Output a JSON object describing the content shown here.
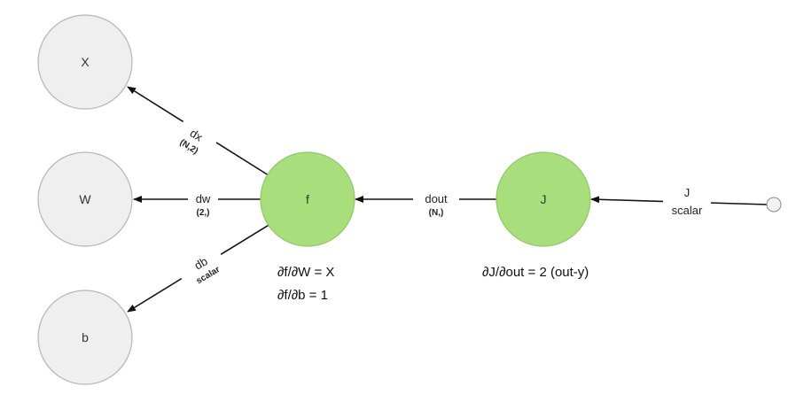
{
  "colors": {
    "input_node_fill": "#efefef",
    "input_node_stroke": "#b5b5b5",
    "op_node_fill": "#a8df7c",
    "op_node_stroke": "#8fc865",
    "terminal_fill": "#f2f2f2",
    "edge": "#111111"
  },
  "nodes": {
    "x": {
      "label": "X"
    },
    "w": {
      "label": "W"
    },
    "b": {
      "label": "b"
    },
    "f": {
      "label": "f"
    },
    "j": {
      "label": "J"
    }
  },
  "edges": {
    "dx": {
      "label": "dx",
      "shape": "(N,2)"
    },
    "dw": {
      "label": "dw",
      "shape": "(2,)"
    },
    "db": {
      "label": "db",
      "shape": "scalar"
    },
    "dout": {
      "label": "dout",
      "shape": "(N,)"
    },
    "j_in": {
      "label": "J",
      "shape": "scalar"
    }
  },
  "formulas": {
    "f_line1": "∂f/∂W = X",
    "f_line2": "∂f/∂b = 1",
    "j_line1": "∂J/∂out = 2 (out-y)"
  }
}
